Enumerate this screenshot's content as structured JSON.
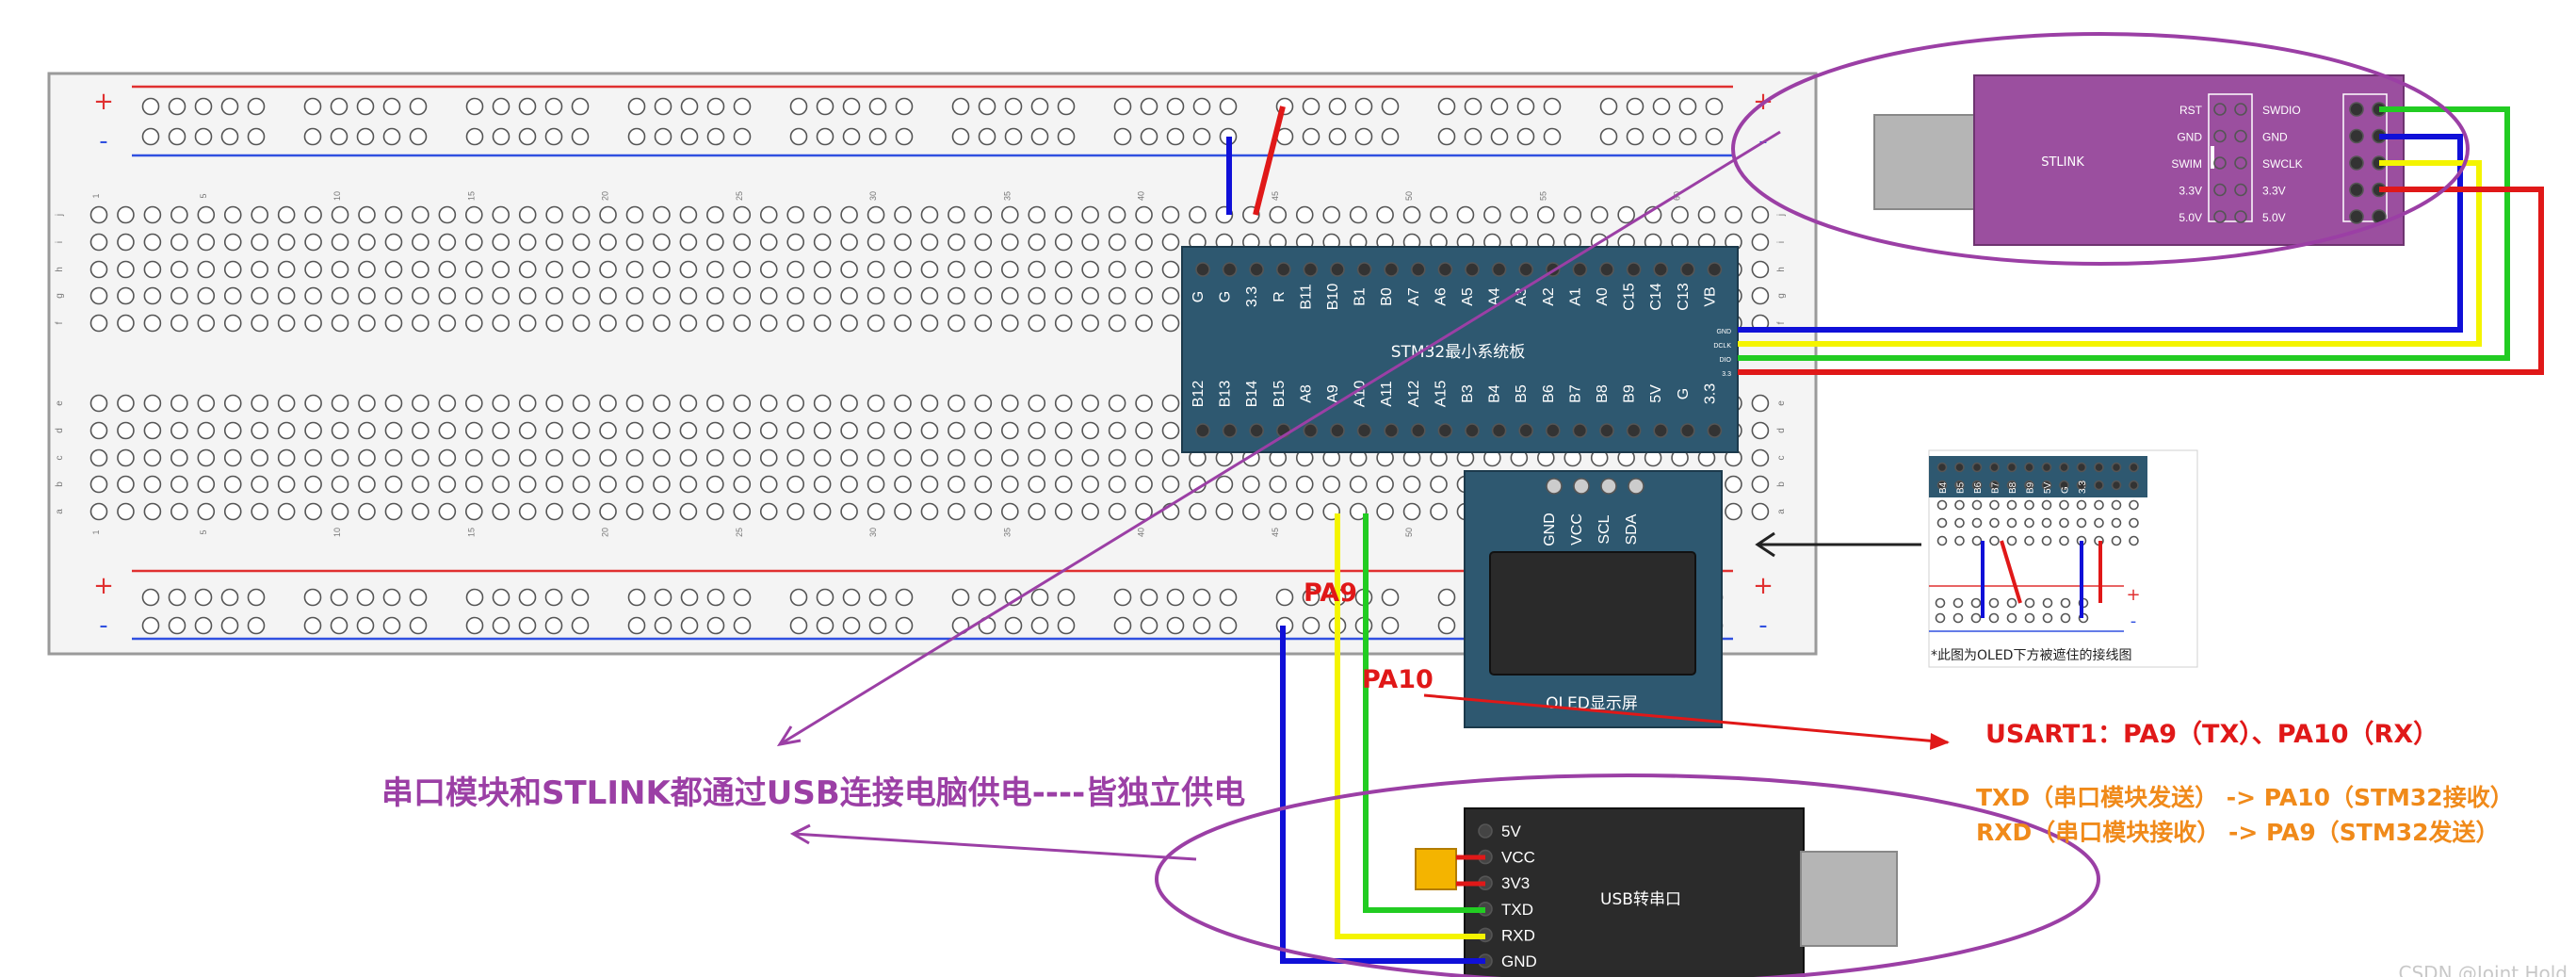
{
  "breadboard": {
    "rail_plus": "+",
    "rail_minus": "-",
    "column_numbers": [
      "1",
      "5",
      "10",
      "15",
      "20",
      "25",
      "30",
      "35",
      "40",
      "45",
      "50",
      "55",
      "60"
    ],
    "row_letters_top": [
      "j",
      "i",
      "h",
      "g",
      "f"
    ],
    "row_letters_bottom": [
      "e",
      "d",
      "c",
      "b",
      "a"
    ]
  },
  "stm32_board": {
    "title": "STM32最小系统板",
    "top_pins": [
      "G",
      "G",
      "3.3",
      "R",
      "B11",
      "B10",
      "B1",
      "B0",
      "A7",
      "A6",
      "A5",
      "A4",
      "A3",
      "A2",
      "A1",
      "A0",
      "C15",
      "C14",
      "C13",
      "VB"
    ],
    "bottom_pins": [
      "B12",
      "B13",
      "B14",
      "B15",
      "A8",
      "A9",
      "A10",
      "A11",
      "A12",
      "A15",
      "B3",
      "B4",
      "B5",
      "B6",
      "B7",
      "B8",
      "B9",
      "5V",
      "G",
      "3.3"
    ],
    "side_pins": [
      "GND",
      "DCLK",
      "DIO",
      "3.3"
    ]
  },
  "stlink": {
    "title": "STLINK",
    "left_labels": [
      "RST",
      "GND",
      "SWIM",
      "3.3V",
      "5.0V"
    ],
    "right_labels": [
      "SWDIO",
      "GND",
      "SWCLK",
      "3.3V",
      "5.0V"
    ]
  },
  "oled": {
    "pins": [
      "GND",
      "VCC",
      "SCL",
      "SDA"
    ],
    "title": "OLED显示屏"
  },
  "usb_serial": {
    "title": "USB转串口",
    "pins": [
      "5V",
      "VCC",
      "3V3",
      "TXD",
      "RXD",
      "GND"
    ]
  },
  "inset": {
    "pins": [
      "B4",
      "B5",
      "B6",
      "B7",
      "B8",
      "B9",
      "5V",
      "G",
      "3.3"
    ],
    "caption": "*此图为OLED下方被遮住的接线图"
  },
  "labels": {
    "pa9": "PA9",
    "pa10": "PA10",
    "usart": "USART1：PA9（TX）、PA10（RX）",
    "txd_line": "TXD（串口模块发送） -> PA10（STM32接收）",
    "rxd_line": "RXD（串口模块接收） -> PA9（STM32发送）",
    "power_note": "串口模块和STLINK都通过USB连接电脑供电----皆独立供电",
    "watermark": "CSDN @Joint Hold"
  },
  "colors": {
    "board_blue": "#2e5870",
    "stlink_purple": "#9b4f9f",
    "usb_dark": "#2b2b2b",
    "ellipse_purple": "#9b3fa5",
    "wire_blue": "#1010d8",
    "wire_red": "#e01818",
    "wire_green": "#22cc22",
    "wire_yellow": "#f4f400",
    "text_red": "#e01818",
    "text_orange": "#f08a1a"
  }
}
